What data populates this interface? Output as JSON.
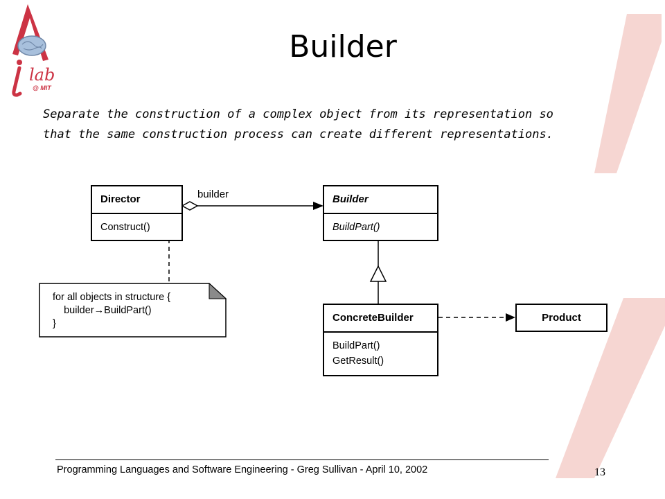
{
  "slide": {
    "title": "Builder",
    "subtitle": "Separate the construction of a complex object from its representation so\nthat the same construction process can create different representations.",
    "logo": {
      "text": "lab",
      "sub": "@ MIT"
    },
    "footer": "Programming Languages and Software Engineering  -  Greg Sullivan  -   April 10, 2002",
    "page_number": "13"
  },
  "diagram": {
    "director": {
      "name": "Director",
      "op": "Construct()"
    },
    "builder": {
      "name": "Builder",
      "op": "BuildPart()"
    },
    "concrete_builder": {
      "name": "ConcreteBuilder",
      "ops": [
        "BuildPart()",
        "GetResult()"
      ]
    },
    "product": {
      "name": "Product"
    },
    "association_label": "builder",
    "note": "for all objects in structure {\n    builder→BuildPart()\n}"
  },
  "colors": {
    "accent": "#cc3344",
    "watermark": "#f6d6d2"
  }
}
